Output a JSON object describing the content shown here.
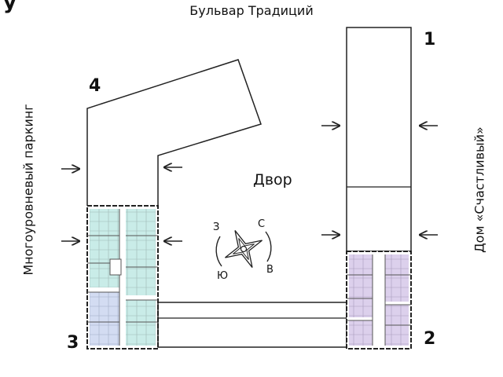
{
  "street_top": "Бульвар Традиций",
  "label_left": "Многоуровневый паркинг",
  "label_right": "Дом «Счастливый»",
  "yard": "Двор",
  "buildings": [
    "1",
    "2",
    "3",
    "4"
  ],
  "compass": {
    "n": "С",
    "e": "В",
    "s": "Ю",
    "w": "З"
  },
  "colors": {
    "outline": "#222222",
    "plan_teal": "#c9ece8",
    "plan_purple": "#dcd0ec",
    "plan_blue": "#d3dcf2",
    "plan_pink": "#f3d6e4"
  }
}
